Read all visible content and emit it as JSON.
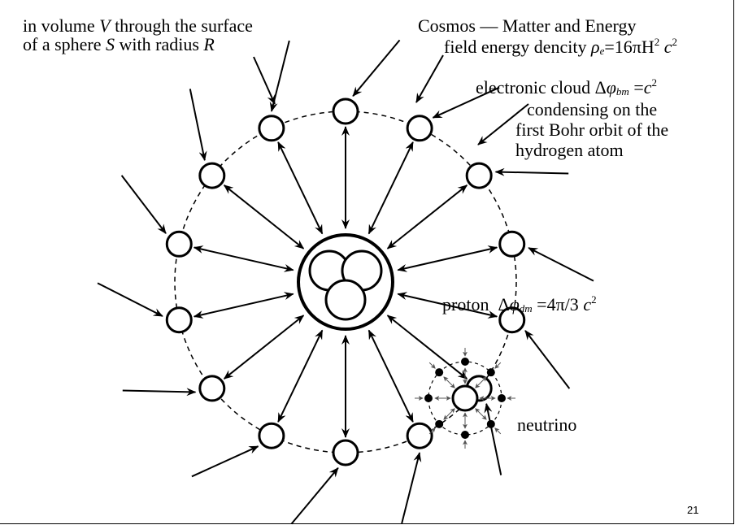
{
  "labels": {
    "volume_line1_pre": "in volume ",
    "volume_V": "V",
    "volume_line1_post": " through the surface",
    "volume_line2_pre": "of a sphere ",
    "volume_S": "S",
    "volume_line2_mid": " with radius ",
    "volume_R": "R",
    "cosmos_line1": "Cosmos — Matter and Energy",
    "cosmos_line2_pre": "field energy dencity ",
    "cosmos_rho": "ρ",
    "cosmos_rho_sub": "e",
    "cosmos_line2_eq": "=16πH",
    "cosmos_H_sup": "2",
    "cosmos_c": " c",
    "cosmos_c_sup": "2",
    "cloud_line1_pre": "electronic cloud Δ",
    "cloud_phi": "φ",
    "cloud_phi_sub": "bm",
    "cloud_eq": " =",
    "cloud_c": "c",
    "cloud_c_sup": "2",
    "cloud_line2": "condensing on the",
    "cloud_line3": "first Bohr orbit of the",
    "cloud_line4": "hydrogen atom",
    "proton_word": "proton",
    "proton_delta": "Δ",
    "proton_phi": "φ",
    "proton_phi_sub": "dm",
    "proton_eq": " =4π/3 ",
    "proton_c": "c",
    "proton_c_sup": "2",
    "neutrino": "neutrino"
  },
  "page_number": "21",
  "colors": {
    "stroke": "#000000",
    "small_arrows": "#555555",
    "background": "#ffffff"
  }
}
